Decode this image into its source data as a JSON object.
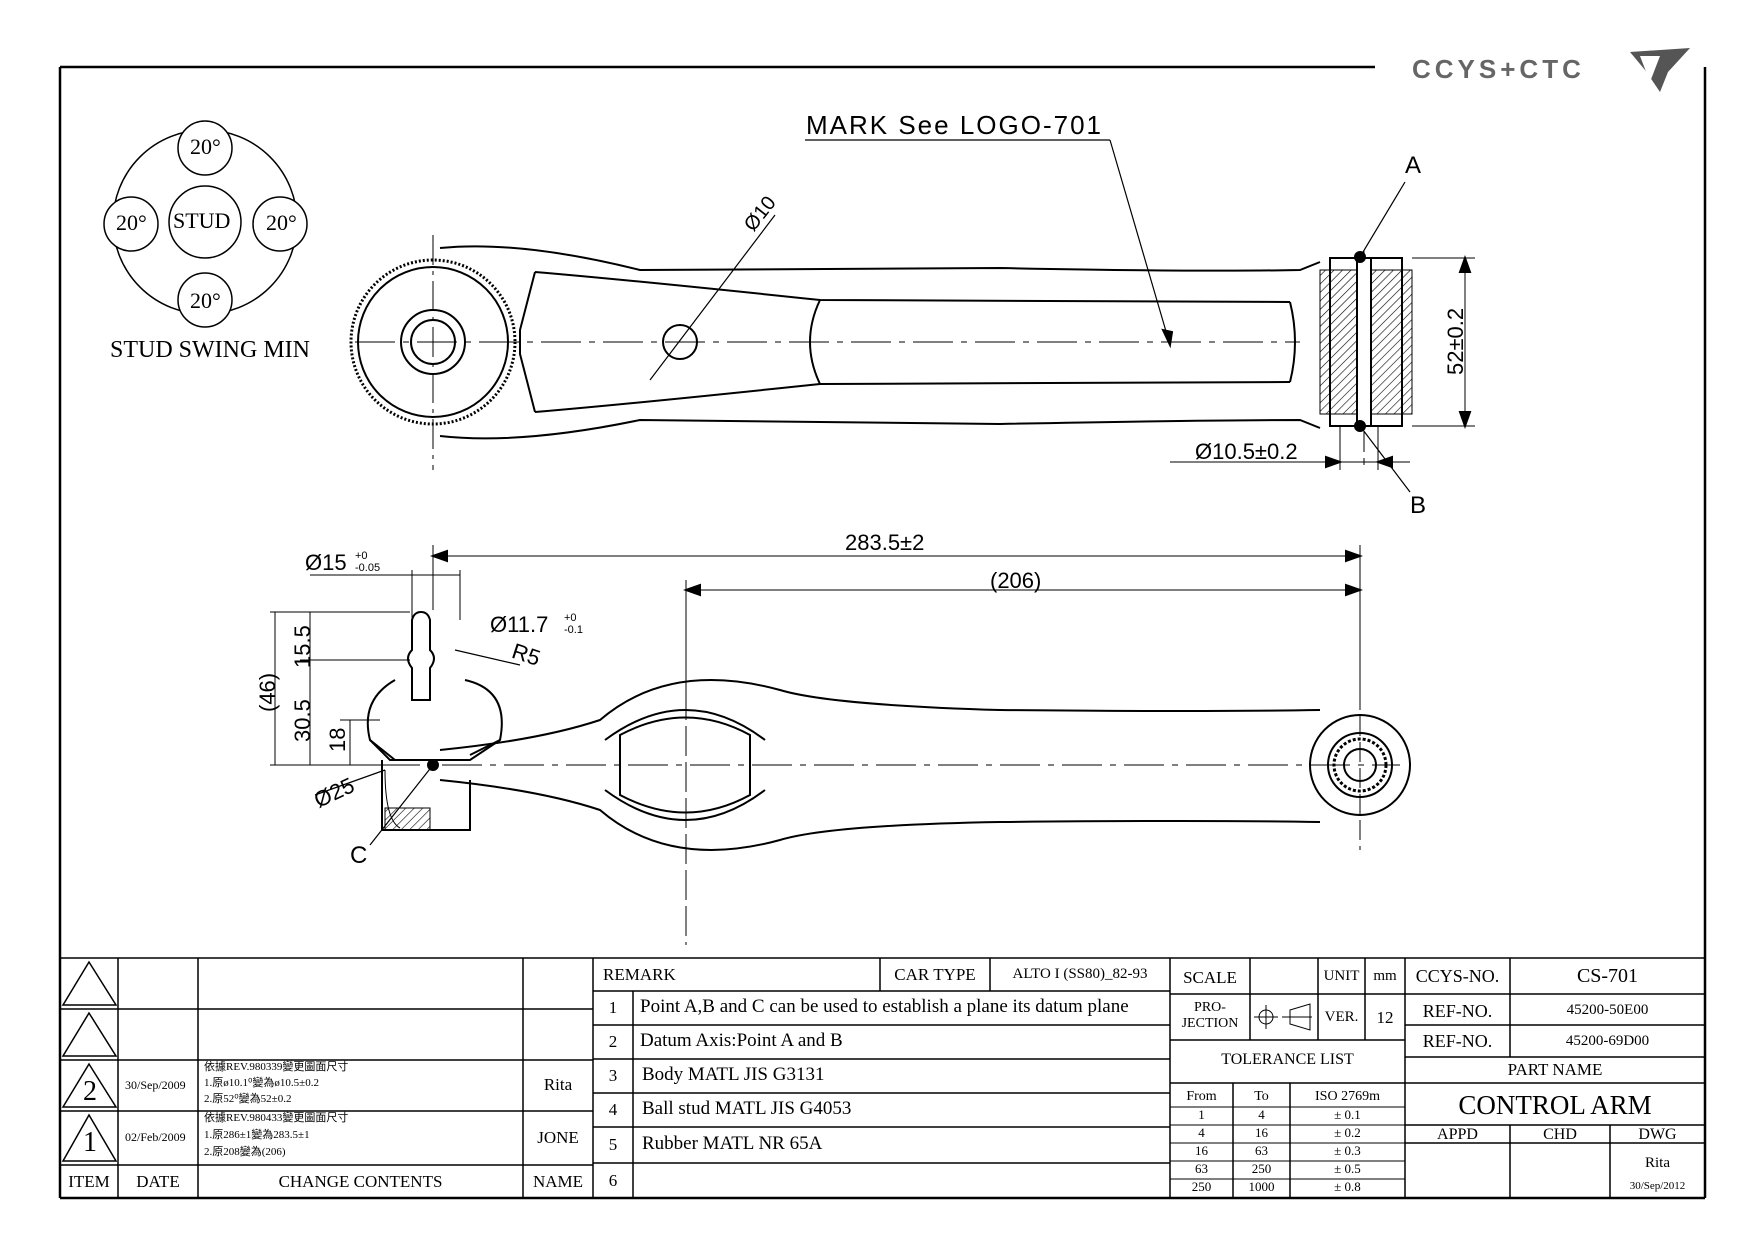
{
  "brand": {
    "logo_text": "CCYS+CTC"
  },
  "drawing_labels": {
    "mark_note": "MARK See LOGO-701",
    "dia10": "Ø10",
    "point_a": "A",
    "point_b": "B",
    "point_c": "C",
    "dim_52": "52±0.2",
    "dim_105": "Ø10.5±0.2",
    "dim_2835": "283.5±2",
    "dim_206": "(206)",
    "dim_15": "Ø15",
    "dim_15_tol_plus": "+0",
    "dim_15_tol_minus": "-0.05",
    "dim_117": "Ø11.7",
    "dim_117_tol_plus": "+0",
    "dim_117_tol_minus": "-0.1",
    "dim_r5": "R5",
    "dim_46": "(46)",
    "dim_155": "15.5",
    "dim_305": "30.5",
    "dim_18": "18",
    "dim_25": "Ø25",
    "rev1": "1",
    "rev2": "2"
  },
  "stud_swing": {
    "title": "STUD SWING MIN",
    "center": "STUD",
    "angles": [
      "20°",
      "20°",
      "20°",
      "20°"
    ]
  },
  "revision_table": {
    "headers": {
      "item": "ITEM",
      "date": "DATE",
      "contents": "CHANGE CONTENTS",
      "name": "NAME"
    },
    "rows": [
      {
        "item": "2",
        "date": "30/Sep/2009",
        "lines": [
          "依據REV.980339變更圖面尺寸",
          "1.原ø10.1⁰變為ø10.5±0.2",
          "2.原52⁰變為52±0.2"
        ],
        "name": "Rita"
      },
      {
        "item": "1",
        "date": "02/Feb/2009",
        "lines": [
          "依據REV.980433變更圖面尺寸",
          "1.原286±1變為283.5±1",
          "2.原208變為(206)"
        ],
        "name": "JONE"
      }
    ]
  },
  "remarks": {
    "header": "REMARK",
    "car_type_label": "CAR TYPE",
    "car_type": "ALTO I (SS80)_82-93",
    "items": [
      {
        "no": "1",
        "text": "Point A,B and C can be used to establish a plane its datum plane"
      },
      {
        "no": "2",
        "text": "Datum Axis:Point A and B"
      },
      {
        "no": "3",
        "text": "Body MATL JIS G3131"
      },
      {
        "no": "4",
        "text": "Ball stud MATL JIS G4053"
      },
      {
        "no": "5",
        "text": "Rubber MATL NR 65A"
      },
      {
        "no": "6",
        "text": ""
      }
    ]
  },
  "spec": {
    "scale_label": "SCALE",
    "unit_label": "UNIT",
    "unit": "mm",
    "projection_label_1": "PRO-",
    "projection_label_2": "JECTION",
    "ver_label": "VER.",
    "ver": "12",
    "tolerance_title": "TOLERANCE LIST",
    "tol_headers": [
      "From",
      "To",
      "ISO 2769m"
    ],
    "tol_rows": [
      [
        "1",
        "4",
        "± 0.1"
      ],
      [
        "4",
        "16",
        "± 0.2"
      ],
      [
        "16",
        "63",
        "± 0.3"
      ],
      [
        "63",
        "250",
        "± 0.5"
      ],
      [
        "250",
        "1000",
        "± 0.8"
      ]
    ]
  },
  "title_block": {
    "ccys_label": "CCYS-NO.",
    "ccys_no": "CS-701",
    "ref_label_1": "REF-NO.",
    "ref_no_1": "45200-50E00",
    "ref_label_2": "REF-NO.",
    "ref_no_2": "45200-69D00",
    "part_name_label": "PART NAME",
    "part_name": "CONTROL ARM",
    "appd": "APPD",
    "chd": "CHD",
    "dwg": "DWG",
    "drawn_by": "Rita",
    "drawn_date": "30/Sep/2012"
  }
}
